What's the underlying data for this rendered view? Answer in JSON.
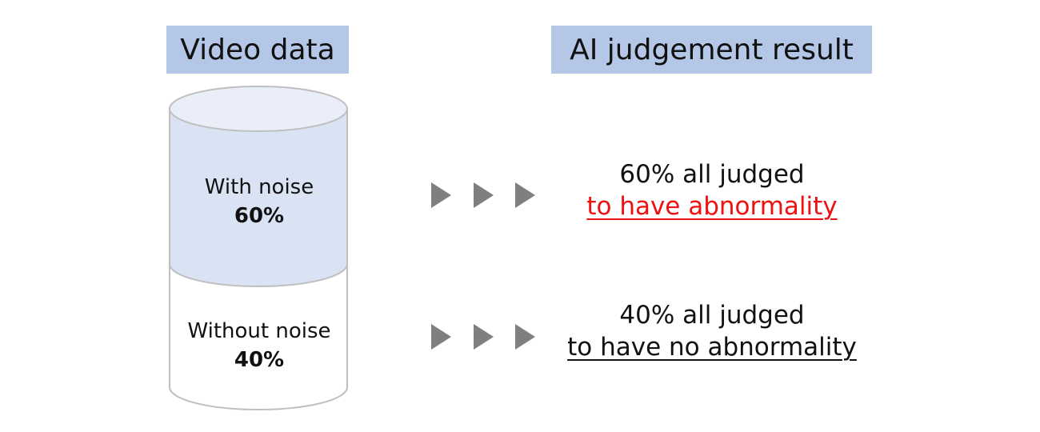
{
  "headers": {
    "video_data": "Video data",
    "ai_result": "AI judgement result"
  },
  "segments": [
    {
      "label": "With noise",
      "percent": "60%",
      "share": 0.6
    },
    {
      "label": "Without noise",
      "percent": "40%",
      "share": 0.4
    }
  ],
  "results": [
    {
      "line1": "60% all judged",
      "line2": "to have abnormality",
      "line2_color": "#ee1111"
    },
    {
      "line1": "40% all judged",
      "line2": "to have no abnormality",
      "line2_color": "#111111"
    }
  ],
  "colors": {
    "header_bg": "#b4c7e7",
    "noise_fill": "#dae3f3",
    "cylinder_top": "#e9eef8",
    "clean_fill": "#ffffff",
    "outline": "#bfbfbf",
    "arrow": "#7f7f7f"
  }
}
